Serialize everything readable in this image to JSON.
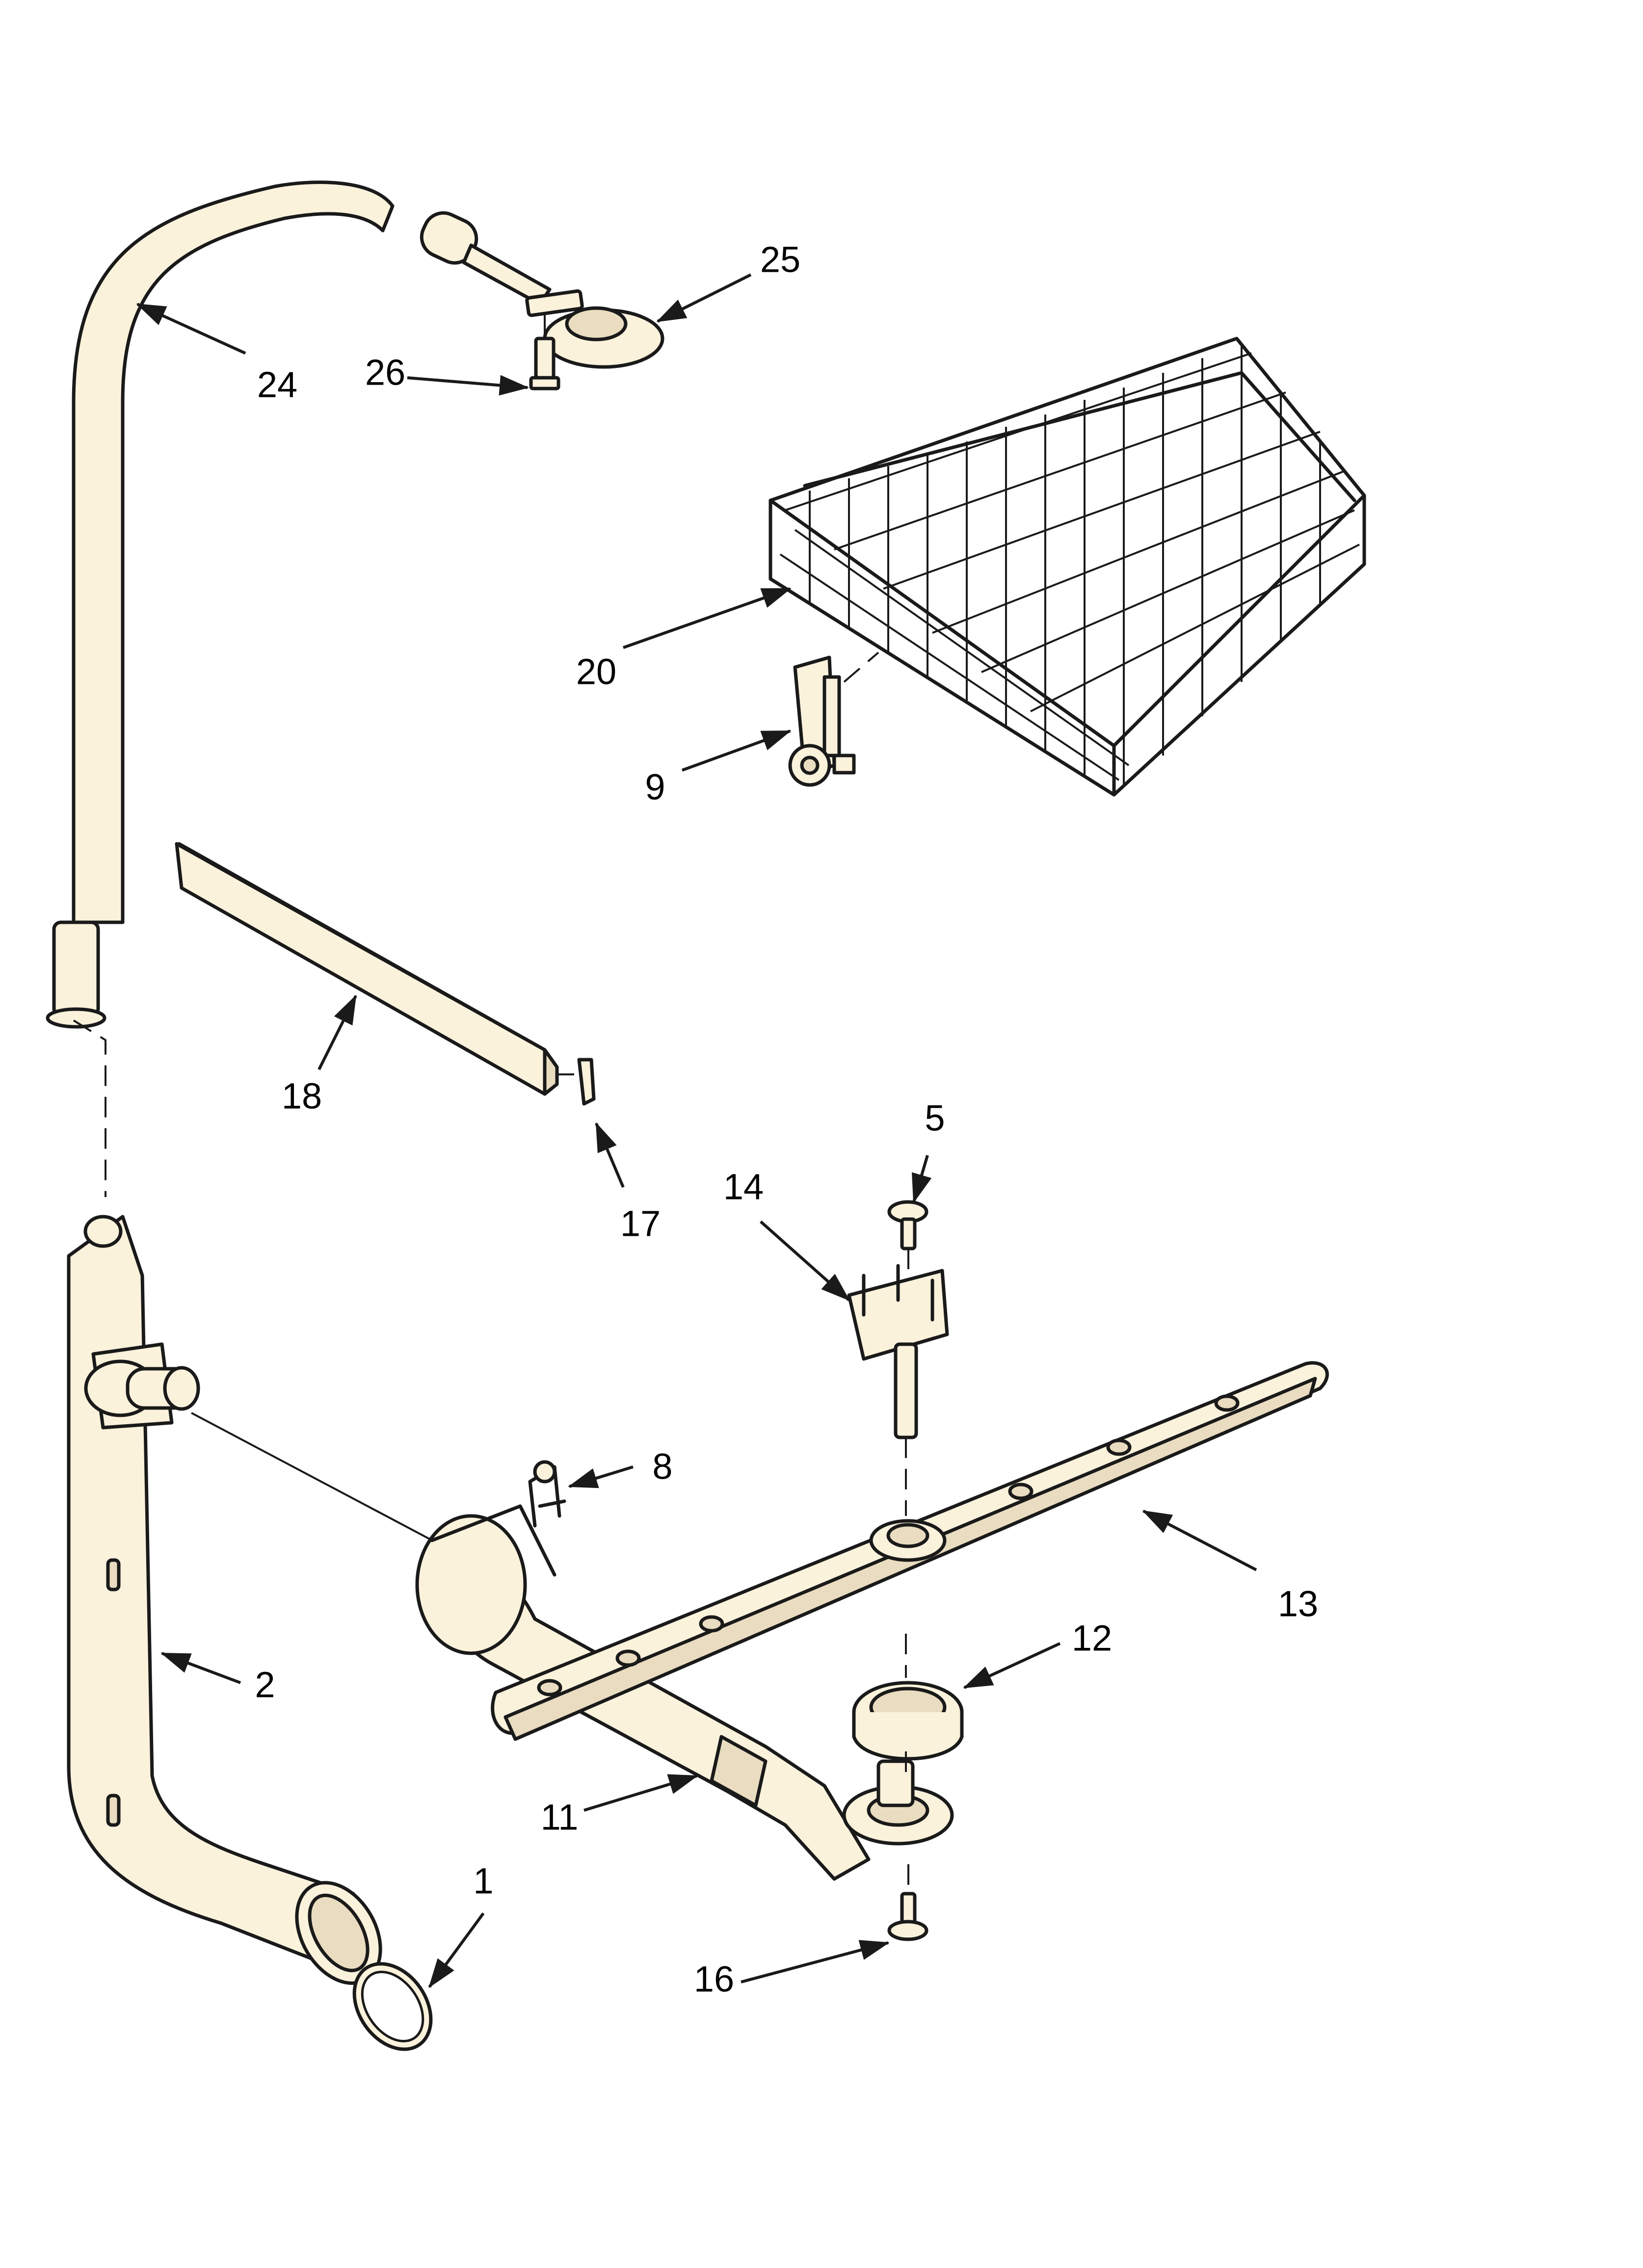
{
  "diagram": {
    "callouts": [
      {
        "id": "1",
        "label": "1"
      },
      {
        "id": "2",
        "label": "2"
      },
      {
        "id": "5",
        "label": "5"
      },
      {
        "id": "8",
        "label": "8"
      },
      {
        "id": "9",
        "label": "9"
      },
      {
        "id": "11",
        "label": "11"
      },
      {
        "id": "12",
        "label": "12"
      },
      {
        "id": "13",
        "label": "13"
      },
      {
        "id": "14",
        "label": "14"
      },
      {
        "id": "16",
        "label": "16"
      },
      {
        "id": "17",
        "label": "17"
      },
      {
        "id": "18",
        "label": "18"
      },
      {
        "id": "20",
        "label": "20"
      },
      {
        "id": "24",
        "label": "24"
      },
      {
        "id": "25",
        "label": "25"
      },
      {
        "id": "26",
        "label": "26"
      }
    ]
  }
}
